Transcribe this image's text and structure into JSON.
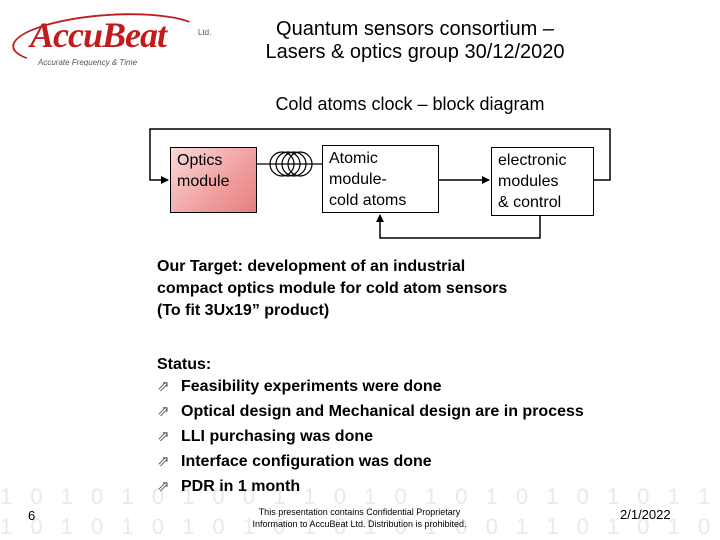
{
  "logo": {
    "wordmark": "AccuBeat",
    "ltd": "Ltd.",
    "tagline": "Accurate Frequency & Time"
  },
  "title": {
    "line1": "Quantum sensors consortium –",
    "line2": "Lasers & optics group 30/12/2020"
  },
  "diagram": {
    "heading": "Cold atoms clock – block diagram",
    "optics_box": [
      "Optics",
      "module"
    ],
    "atomic_box": [
      "Atomic",
      "module-",
      "cold atoms"
    ],
    "electronic_box": [
      "electronic",
      "modules",
      "& control"
    ]
  },
  "target": {
    "lines": [
      "Our Target: development of an industrial",
      "compact optics module for cold atom sensors",
      "(To fit 3Ux19” product)"
    ]
  },
  "status": {
    "heading": "Status:",
    "bullet_icon": "hollow-arrow-icon",
    "items": [
      "Feasibility experiments were done",
      "Optical design and Mechanical design are in process",
      "LLI purchasing was done",
      "Interface configuration was done",
      "PDR in 1 month"
    ]
  },
  "footer": {
    "page_number": "6",
    "note_line1": "This presentation contains Confidential Proprietary",
    "note_line2": "Information to AccuBeat Ltd. Distribution is prohibited.",
    "date": "2/1/2022"
  },
  "colors": {
    "brand_red": "#c21b1b",
    "optics_fill": "#f1a3a3"
  }
}
